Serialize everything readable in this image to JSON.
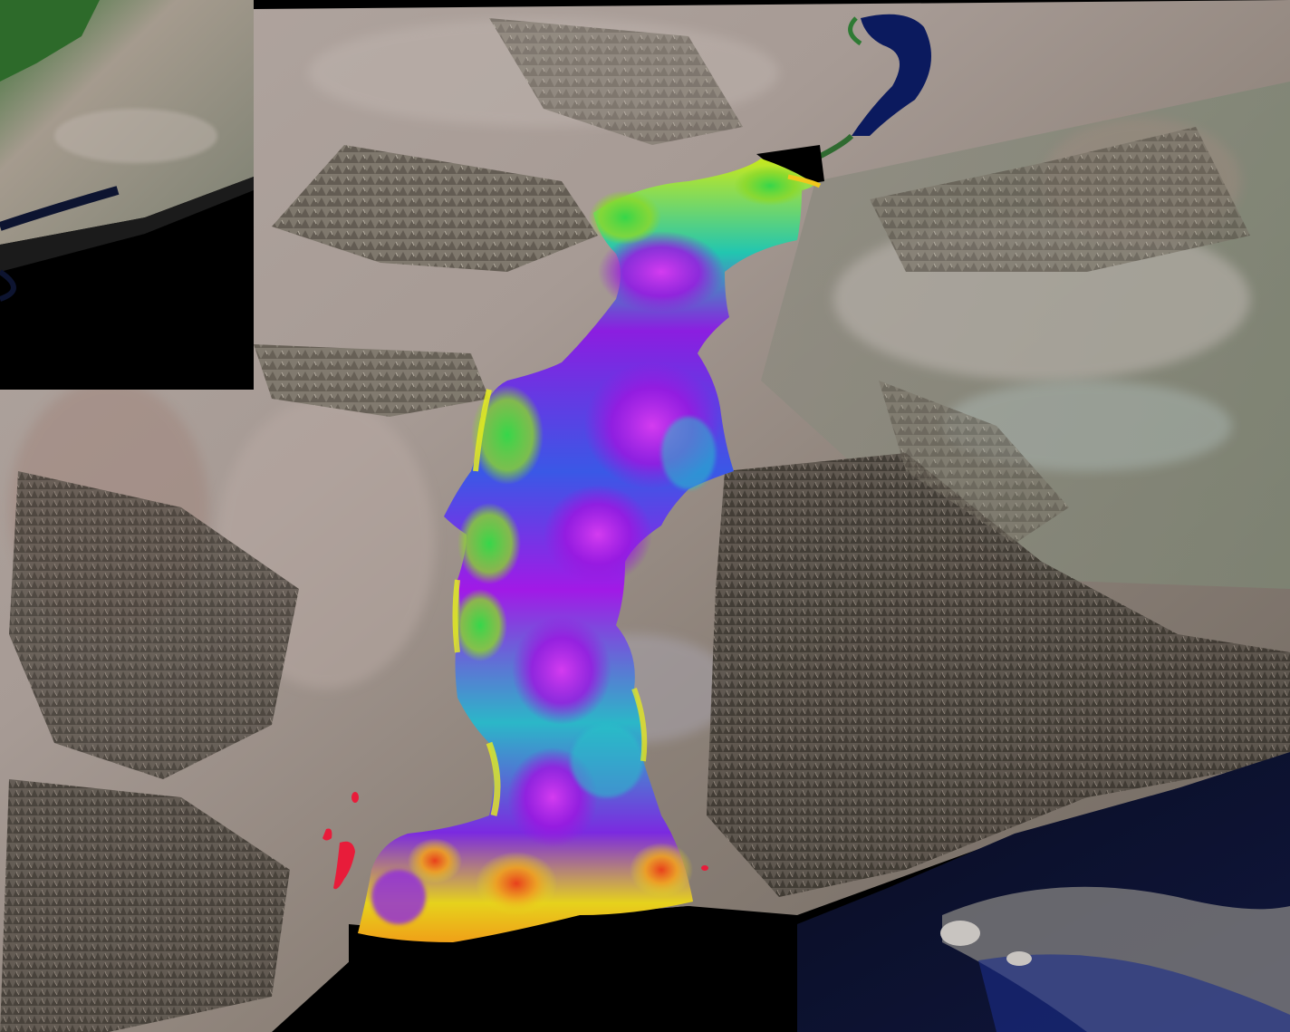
{
  "scene": {
    "description_visible_text": [],
    "palette": {
      "background": "#000000",
      "terrain_light": "#b8a9a3",
      "terrain_mid": "#8f847c",
      "terrain_dark": "#3e3a33",
      "vegetation": "#6f7a5a",
      "water": "#0b0f2a",
      "water_blue": "#1a2d8a",
      "overlay_magenta": "#b014e8",
      "overlay_blue": "#2f5be6",
      "overlay_cyan": "#1fd0c8",
      "overlay_green": "#3bd04a",
      "overlay_yellow": "#e4e81c",
      "overlay_orange": "#f09a18",
      "overlay_red": "#e0202a",
      "hotspot_red": "#e81c3a"
    },
    "layers": [
      "black-background",
      "satellite-terrain-mosaic",
      "mountain-ridges",
      "sea-water",
      "river-channel",
      "inset-3d-block-view",
      "rift-shadow-base",
      "elevation-overlay-rainbow",
      "red-hotspot-markers"
    ]
  }
}
